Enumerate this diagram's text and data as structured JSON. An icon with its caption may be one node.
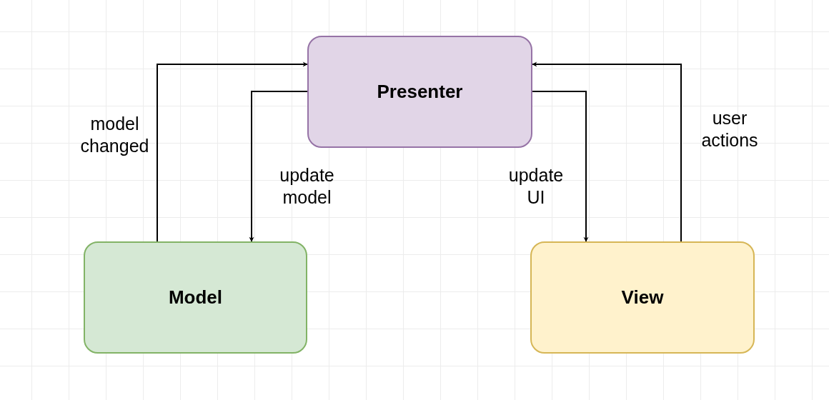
{
  "diagram": {
    "nodes": [
      {
        "text": [
          "Presenter"
        ]
      },
      {
        "text": [
          "Model"
        ]
      },
      {
        "text": [
          "View"
        ]
      }
    ],
    "edges": [
      {
        "from": 1,
        "to": 0,
        "arrow": "to",
        "label": "model changed"
      },
      {
        "from": 0,
        "to": 1,
        "arrow": "to",
        "label": "update model"
      },
      {
        "from": 0,
        "to": 2,
        "arrow": "to",
        "label": "update UI"
      },
      {
        "from": 2,
        "to": 0,
        "arrow": "to",
        "label": "user actions"
      }
    ]
  }
}
